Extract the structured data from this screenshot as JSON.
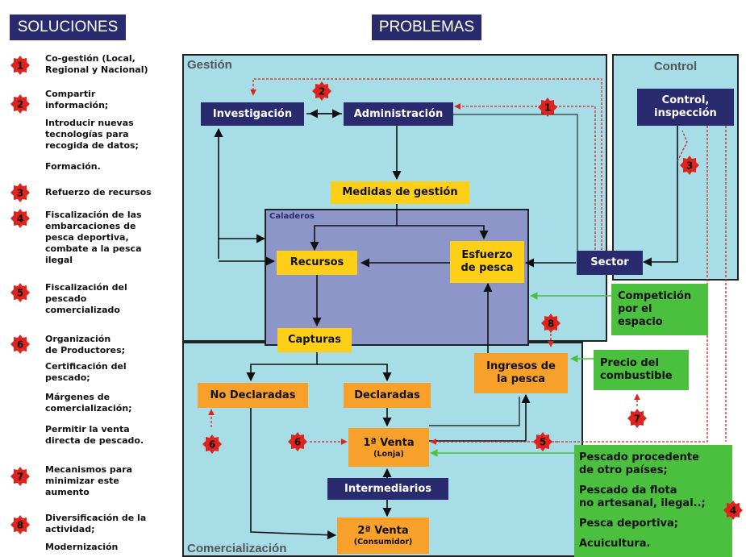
{
  "headers": {
    "solutions": "SOLUCIONES",
    "problems": "PROBLEMAS"
  },
  "solutions": [
    {
      "num": "1",
      "lines": [
        "Co-gestión (Local,",
        "Regional y Nacional)"
      ]
    },
    {
      "num": "2",
      "lines": [
        "Compartir",
        "información;"
      ]
    },
    {
      "num": "",
      "lines": [
        "Introducir nuevas",
        "tecnologías para",
        "recogida de datos;"
      ]
    },
    {
      "num": "",
      "lines": [
        "Formación."
      ]
    },
    {
      "num": "3",
      "lines": [
        "Refuerzo de recursos"
      ]
    },
    {
      "num": "4",
      "lines": [
        "Fiscalización de las",
        "embarcaciones de",
        "pesca deportiva,",
        "combate a la pesca",
        "ilegal"
      ]
    },
    {
      "num": "5",
      "lines": [
        "Fiscalización del",
        "pescado",
        "comercializado"
      ]
    },
    {
      "num": "6",
      "lines": [
        "Organización",
        "de Productores;"
      ]
    },
    {
      "num": "",
      "lines": [
        "Certificación del",
        "pescado;"
      ]
    },
    {
      "num": "",
      "lines": [
        "Márgenes de",
        "comercialización;"
      ]
    },
    {
      "num": "",
      "lines": [
        "Permitir la venta",
        "directa de pescado."
      ]
    },
    {
      "num": "7",
      "lines": [
        "Mecanismos para",
        "minimizar este",
        "aumento"
      ]
    },
    {
      "num": "8",
      "lines": [
        "Diversificación de la",
        "actividad;"
      ]
    },
    {
      "num": "",
      "lines": [
        "Modernización"
      ]
    }
  ],
  "panels": {
    "gestion": "Gestión",
    "control": "Control",
    "caladeros": "Caladeros",
    "comercializacion": "Comercialización"
  },
  "nodes": {
    "investigacion": "Investigación",
    "administracion": "Administración",
    "control": [
      "Control,",
      "inspección"
    ],
    "medidas": "Medidas de gestión",
    "recursos": "Recursos",
    "esfuerzo": [
      "Esfuerzo",
      "de pesca"
    ],
    "sector": "Sector",
    "capturas": "Capturas",
    "no_declaradas": "No Declaradas",
    "declaradas": "Declaradas",
    "ingresos": [
      "Ingresos de",
      "la pesca"
    ],
    "venta1": {
      "main": "1ª Venta",
      "sub": "(Lonja)"
    },
    "intermediarios": "Intermediarios",
    "venta2": {
      "main": "2ª Venta",
      "sub": "(Consumidor)"
    },
    "competicion": [
      "Competición",
      "por el",
      "espacio"
    ],
    "combustible": [
      "Precio del",
      "combustible"
    ],
    "otros": [
      "Pescado procedente",
      "de otro países;",
      "Pescado da flota",
      "no artesanal, ilegal..;",
      "Pesca deportiva;",
      "Acuicultura."
    ]
  },
  "badges": {
    "b1": "1",
    "b2": "2",
    "b3": "3",
    "b4": "4",
    "b5": "5",
    "b6": "6",
    "b7": "7",
    "b8": "8"
  },
  "colors": {
    "navy": "#2a2a6e",
    "yellow": "#fdd017",
    "orange": "#f7a12b",
    "green": "#4bbf3e",
    "panel": "#a6dde7",
    "caladeros": "#8d96c9",
    "badge": "#e0231c"
  }
}
